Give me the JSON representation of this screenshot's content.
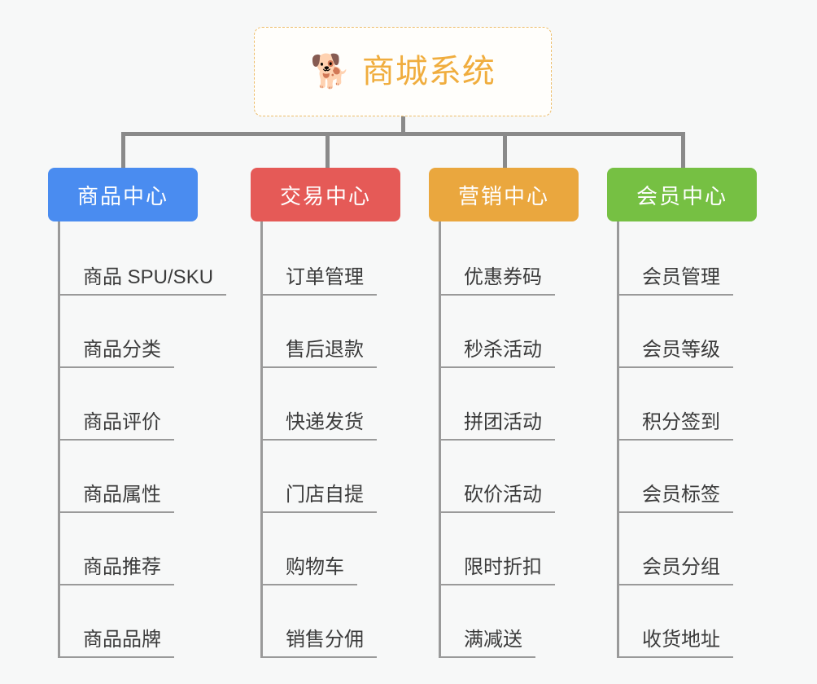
{
  "background_color": "#f7f8f8",
  "root": {
    "icon": "shiba-dog-face",
    "icon_glyph": "🐕",
    "title": "商城系统",
    "title_color": "#f0ad3e",
    "border_color": "#edbd6a"
  },
  "columns": [
    {
      "id": "product-center",
      "title": "商品中心",
      "color": "#4a8cf0",
      "items": [
        "商品 SPU/SKU",
        "商品分类",
        "商品评价",
        "商品属性",
        "商品推荐",
        "商品品牌"
      ]
    },
    {
      "id": "trade-center",
      "title": "交易中心",
      "color": "#e55a57",
      "items": [
        "订单管理",
        "售后退款",
        "快递发货",
        "门店自提",
        "购物车",
        "销售分佣"
      ]
    },
    {
      "id": "marketing-center",
      "title": "营销中心",
      "color": "#eaa73e",
      "items": [
        "优惠券码",
        "秒杀活动",
        "拼团活动",
        "砍价活动",
        "限时折扣",
        "满减送"
      ]
    },
    {
      "id": "member-center",
      "title": "会员中心",
      "color": "#76c043",
      "items": [
        "会员管理",
        "会员等级",
        "积分签到",
        "会员标签",
        "会员分组",
        "收货地址"
      ]
    }
  ],
  "connector_color": "#8a8a8a",
  "leaf_line_color": "#9a9a9a"
}
